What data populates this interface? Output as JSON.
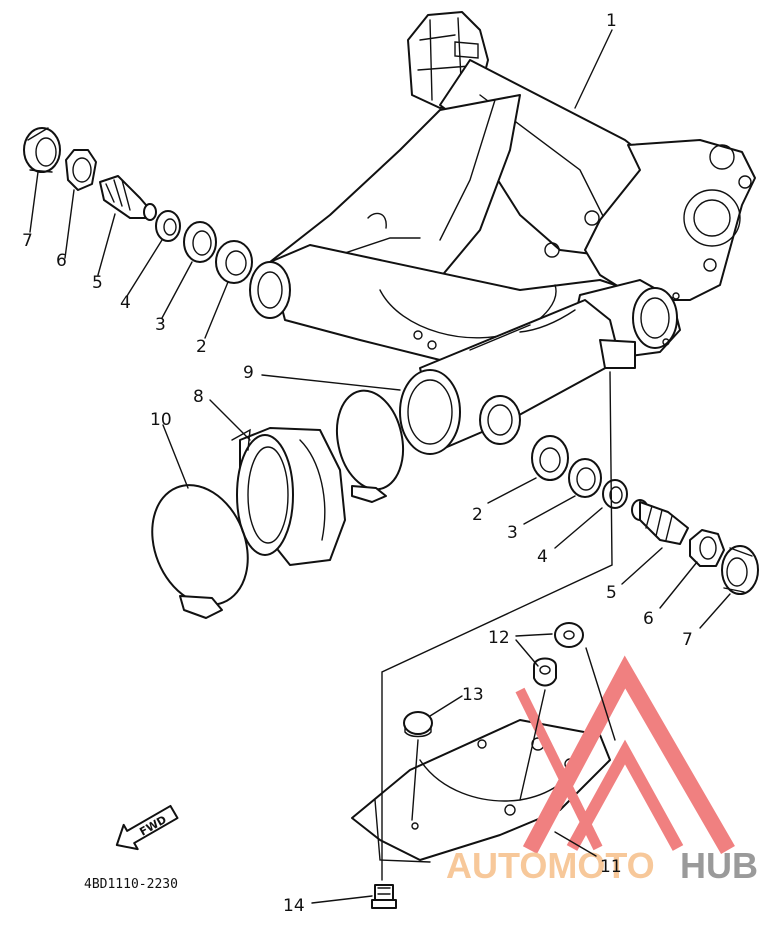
{
  "part_labels": {
    "p1": "1",
    "p2a": "2",
    "p3a": "3",
    "p4a": "4",
    "p5a": "5",
    "p6a": "6",
    "p7a": "7",
    "p2b": "2",
    "p3b": "3",
    "p4b": "4",
    "p5b": "5",
    "p6b": "6",
    "p7b": "7",
    "p8": "8",
    "p9": "9",
    "p10": "10",
    "p11": "11",
    "p12": "12",
    "p13": "13",
    "p14": "14"
  },
  "diagram_code": "4BD1110-2230",
  "fwd_label": "FWD",
  "watermark": {
    "left": "AUTOMOTO",
    "right": "HUB"
  },
  "colors": {
    "ink": "#111111",
    "watermark_red": "#f08080",
    "watermark_orange": "#f7c89a",
    "watermark_grey": "#9a9a9a"
  }
}
